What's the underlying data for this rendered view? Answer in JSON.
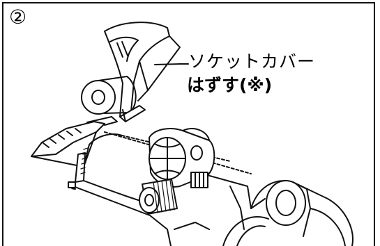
{
  "step_number": "②",
  "callout": {
    "line1": "ソケットカバー",
    "line2": "はずす(※)"
  },
  "colors": {
    "line": "#111111",
    "fill": "#ffffff",
    "shade": "#d9d9d9"
  },
  "icons": [
    "socket-cover-icon",
    "faucet-body-icon",
    "handle-knob-icon"
  ]
}
